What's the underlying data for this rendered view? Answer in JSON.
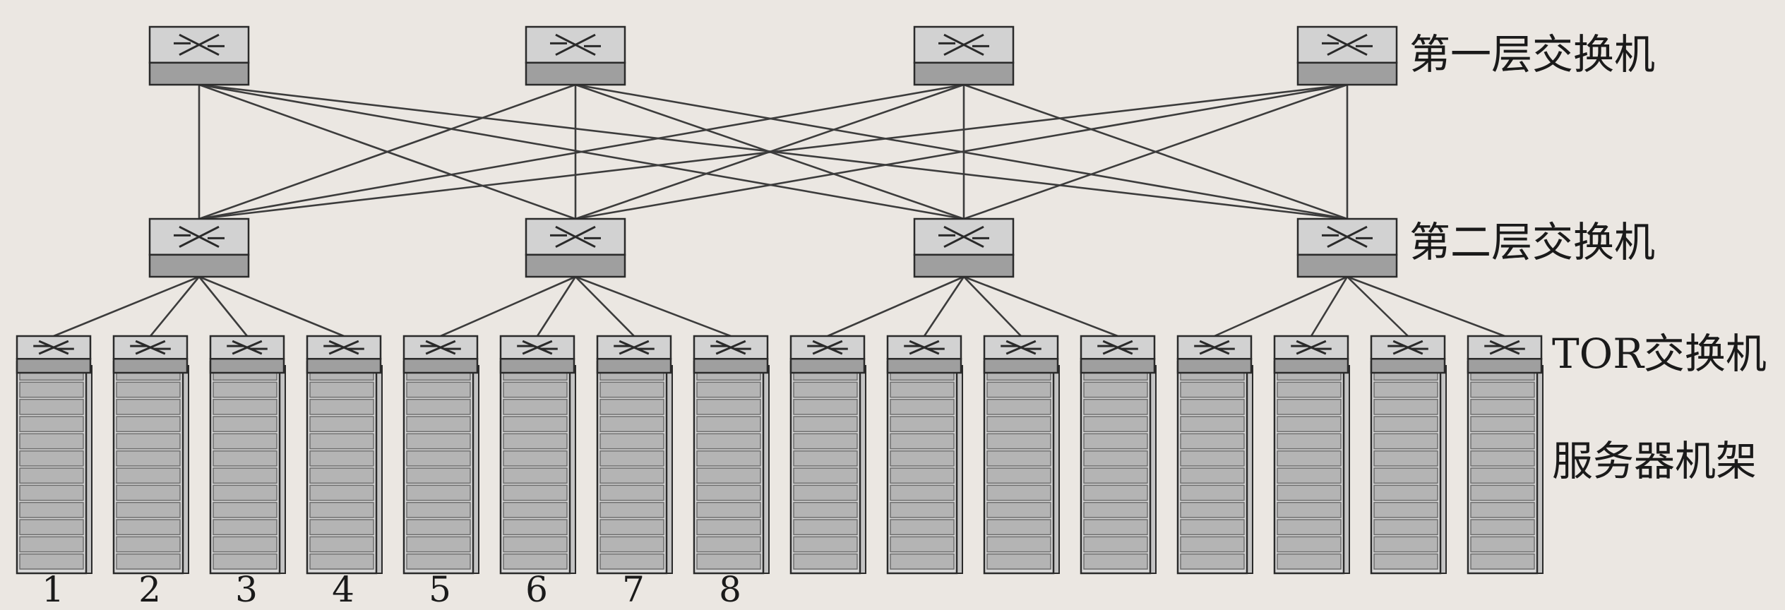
{
  "labels": {
    "tier1": "第一层交换机",
    "tier2": "第二层交换机",
    "tor": "TOR交换机",
    "racks": "服务器机架"
  },
  "rack_numbers": [
    "1",
    "2",
    "3",
    "4",
    "5",
    "6",
    "7",
    "8"
  ],
  "colors": {
    "background": "#ebe7e2",
    "switch_top": "#d2d2d2",
    "switch_front": "#9f9f9f",
    "switch_outline": "#2a2a2a",
    "link_line": "#3c3c3c",
    "rack_body": "#d9d9d9",
    "rack_slot": "#b4b4b4"
  },
  "icons": {
    "switch": "network-switch-icon",
    "rack": "server-rack-icon"
  }
}
